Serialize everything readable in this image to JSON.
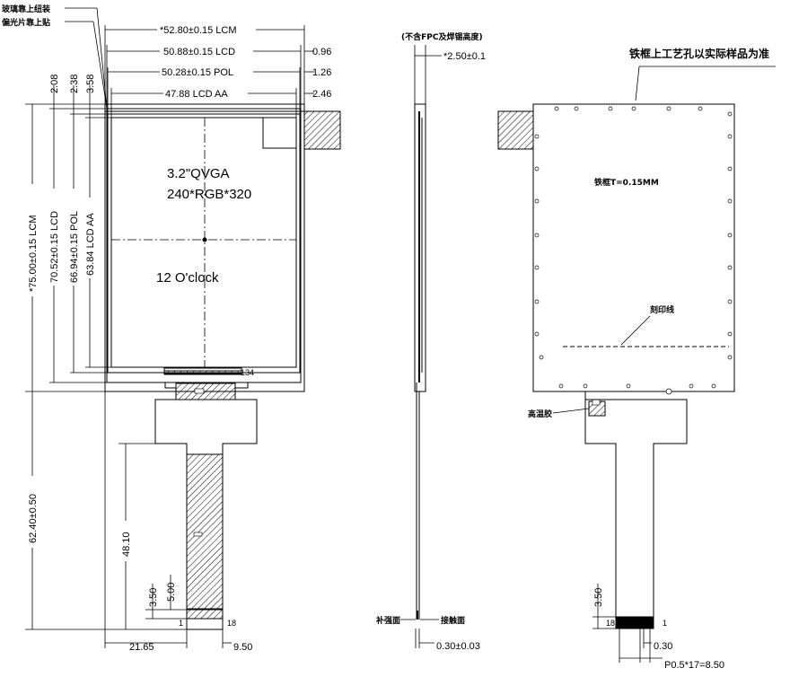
{
  "notes": {
    "glass_top": "玻璃靠上纽装",
    "polarizer_top": "偏光片靠上贴",
    "thickness_note": "(不含FPC及焊锡高度)",
    "frame_note": "铁框上工艺孔以实际样品为准",
    "frame_thickness": "铁框T=0.15MM",
    "print_line": "刻印线",
    "high_temp_tape": "高温胶",
    "stiffener_side": "补强面",
    "contact_side": "接触面"
  },
  "display": {
    "size_type": "3.2\"QVGA",
    "resolution": "240*RGB*320",
    "viewing": "12  O'clock"
  },
  "dimensions": {
    "lcm_width": "*52.80±0.15 LCM",
    "lcd_width": "50.88±0.15 LCD",
    "pol_width": "50.28±0.15 POL",
    "aa_width": "47.88 LCD AA",
    "r1": "0.96",
    "r2": "1.26",
    "r3": "2.46",
    "lcm_height": "*75.00±0.15 LCM",
    "lcd_height": "70.52±0.15 LCD",
    "pol_height": "66.94±0.15 POL",
    "aa_height": "63.84 LCD AA",
    "top1": "2.08",
    "top2": "2.38",
    "top3": "3.58",
    "fpc_length": "62.40±0.50",
    "fpc_tail": "48.10",
    "fpc_350": "3.50",
    "fpc_500": "5.00",
    "fpc_offset": "21.65",
    "fpc_width": "9.50",
    "thickness": "*2.50±0.1",
    "stiffener": "0.30±0.03",
    "rear_350": "3.50",
    "rear_030": "0.30",
    "pitch": "P0.5*17=8.50",
    "pin1": "1",
    "pin18": "18",
    "pin134": "134",
    "rear_pin18": "18",
    "rear_pin1": "1"
  }
}
